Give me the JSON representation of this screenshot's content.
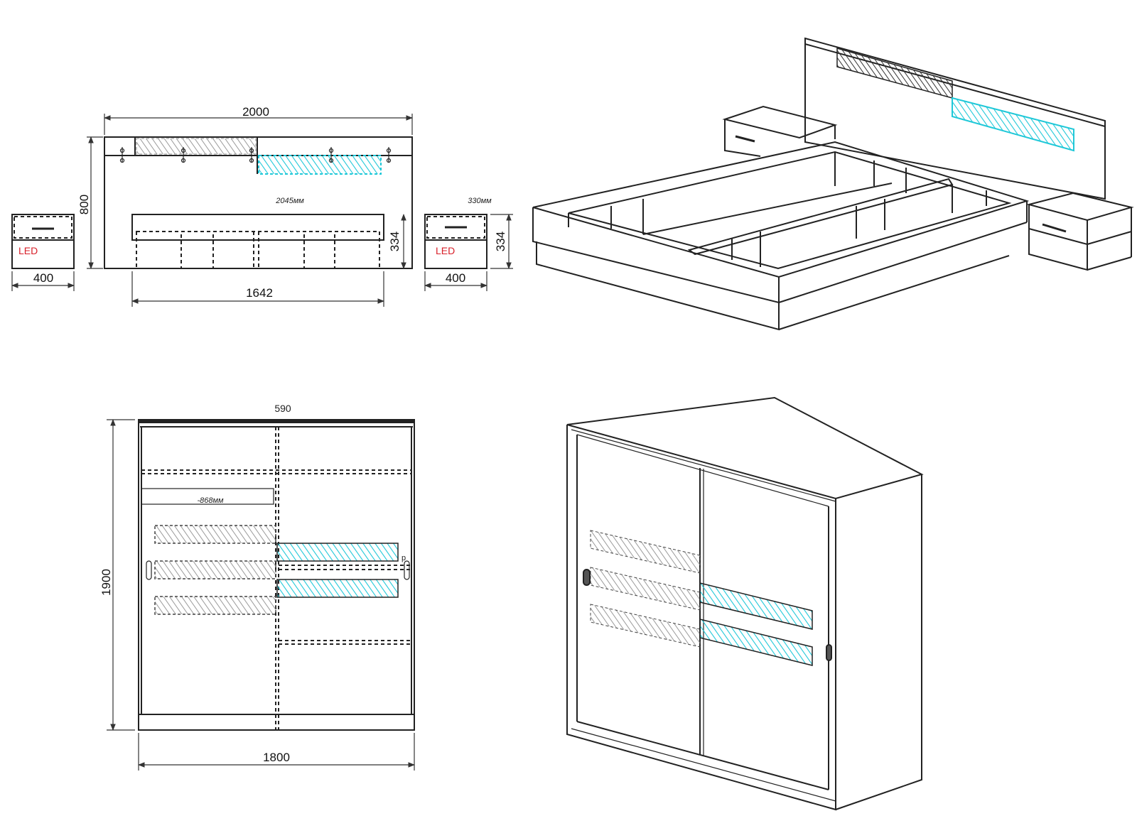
{
  "colors": {
    "line": "#222222",
    "accent_led": "#1fc8d8",
    "hatch_gray": "#9a9a9a",
    "led_text": "#d8202a",
    "background": "#ffffff"
  },
  "bed_front": {
    "width_label": "2000",
    "height_label": "800",
    "inner_length_label": "2045мм",
    "base_width_label": "1642",
    "base_height_label": "334"
  },
  "nightstand_left": {
    "led_label": "LED",
    "width_label": "400"
  },
  "nightstand_right": {
    "depth_label": "330мм",
    "led_label": "LED",
    "width_label": "400",
    "height_label": "334"
  },
  "wardrobe_front": {
    "depth_label": "590",
    "shelf_width_label": "-868мм",
    "height_label": "1900",
    "width_label": "1800",
    "marker_label": "p"
  }
}
